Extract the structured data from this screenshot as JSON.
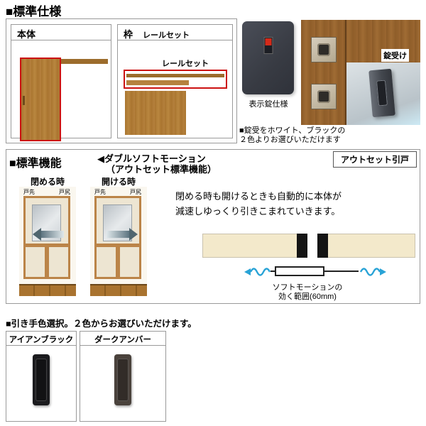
{
  "spec": {
    "heading": "■標準仕様",
    "body_label": "本体",
    "frame_label": "枠",
    "rail_set_label": "レールセット",
    "rail_callout": "レールセット",
    "lock_caption": "表示錠仕様",
    "receiver_label": "錠受け",
    "receiver_note_line1": "■錠受をホワイト、ブラックの",
    "receiver_note_line2": "２色よりお選びいただけます"
  },
  "func": {
    "heading": "■標準機能",
    "feature_title": "◀ダブルソフトモーション",
    "feature_subtitle": "（アウトセット標準機能）",
    "badge": "アウトセット引戸",
    "closing_label": "閉める時",
    "opening_label": "開ける時",
    "door_front": "戸先",
    "door_rear": "戸尻",
    "description_line1": "閉める時も開けるときも自動的に本体が",
    "description_line2": "減速しゆっくり引きこまれていきます。",
    "range_line1": "ソフトモーションの",
    "range_line2": "効く範囲(60mm)"
  },
  "handle": {
    "heading": "■引き手色選択。２色からお選びいただけます。",
    "colors": [
      {
        "name": "アイアンブラック",
        "hex": "#1b1b1e"
      },
      {
        "name": "ダークアンバー",
        "hex": "#4a423c"
      }
    ]
  },
  "colors": {
    "highlight_red": "#cc1111",
    "soft_motion_blue": "#29a3d6",
    "wood": "#b5813e"
  }
}
